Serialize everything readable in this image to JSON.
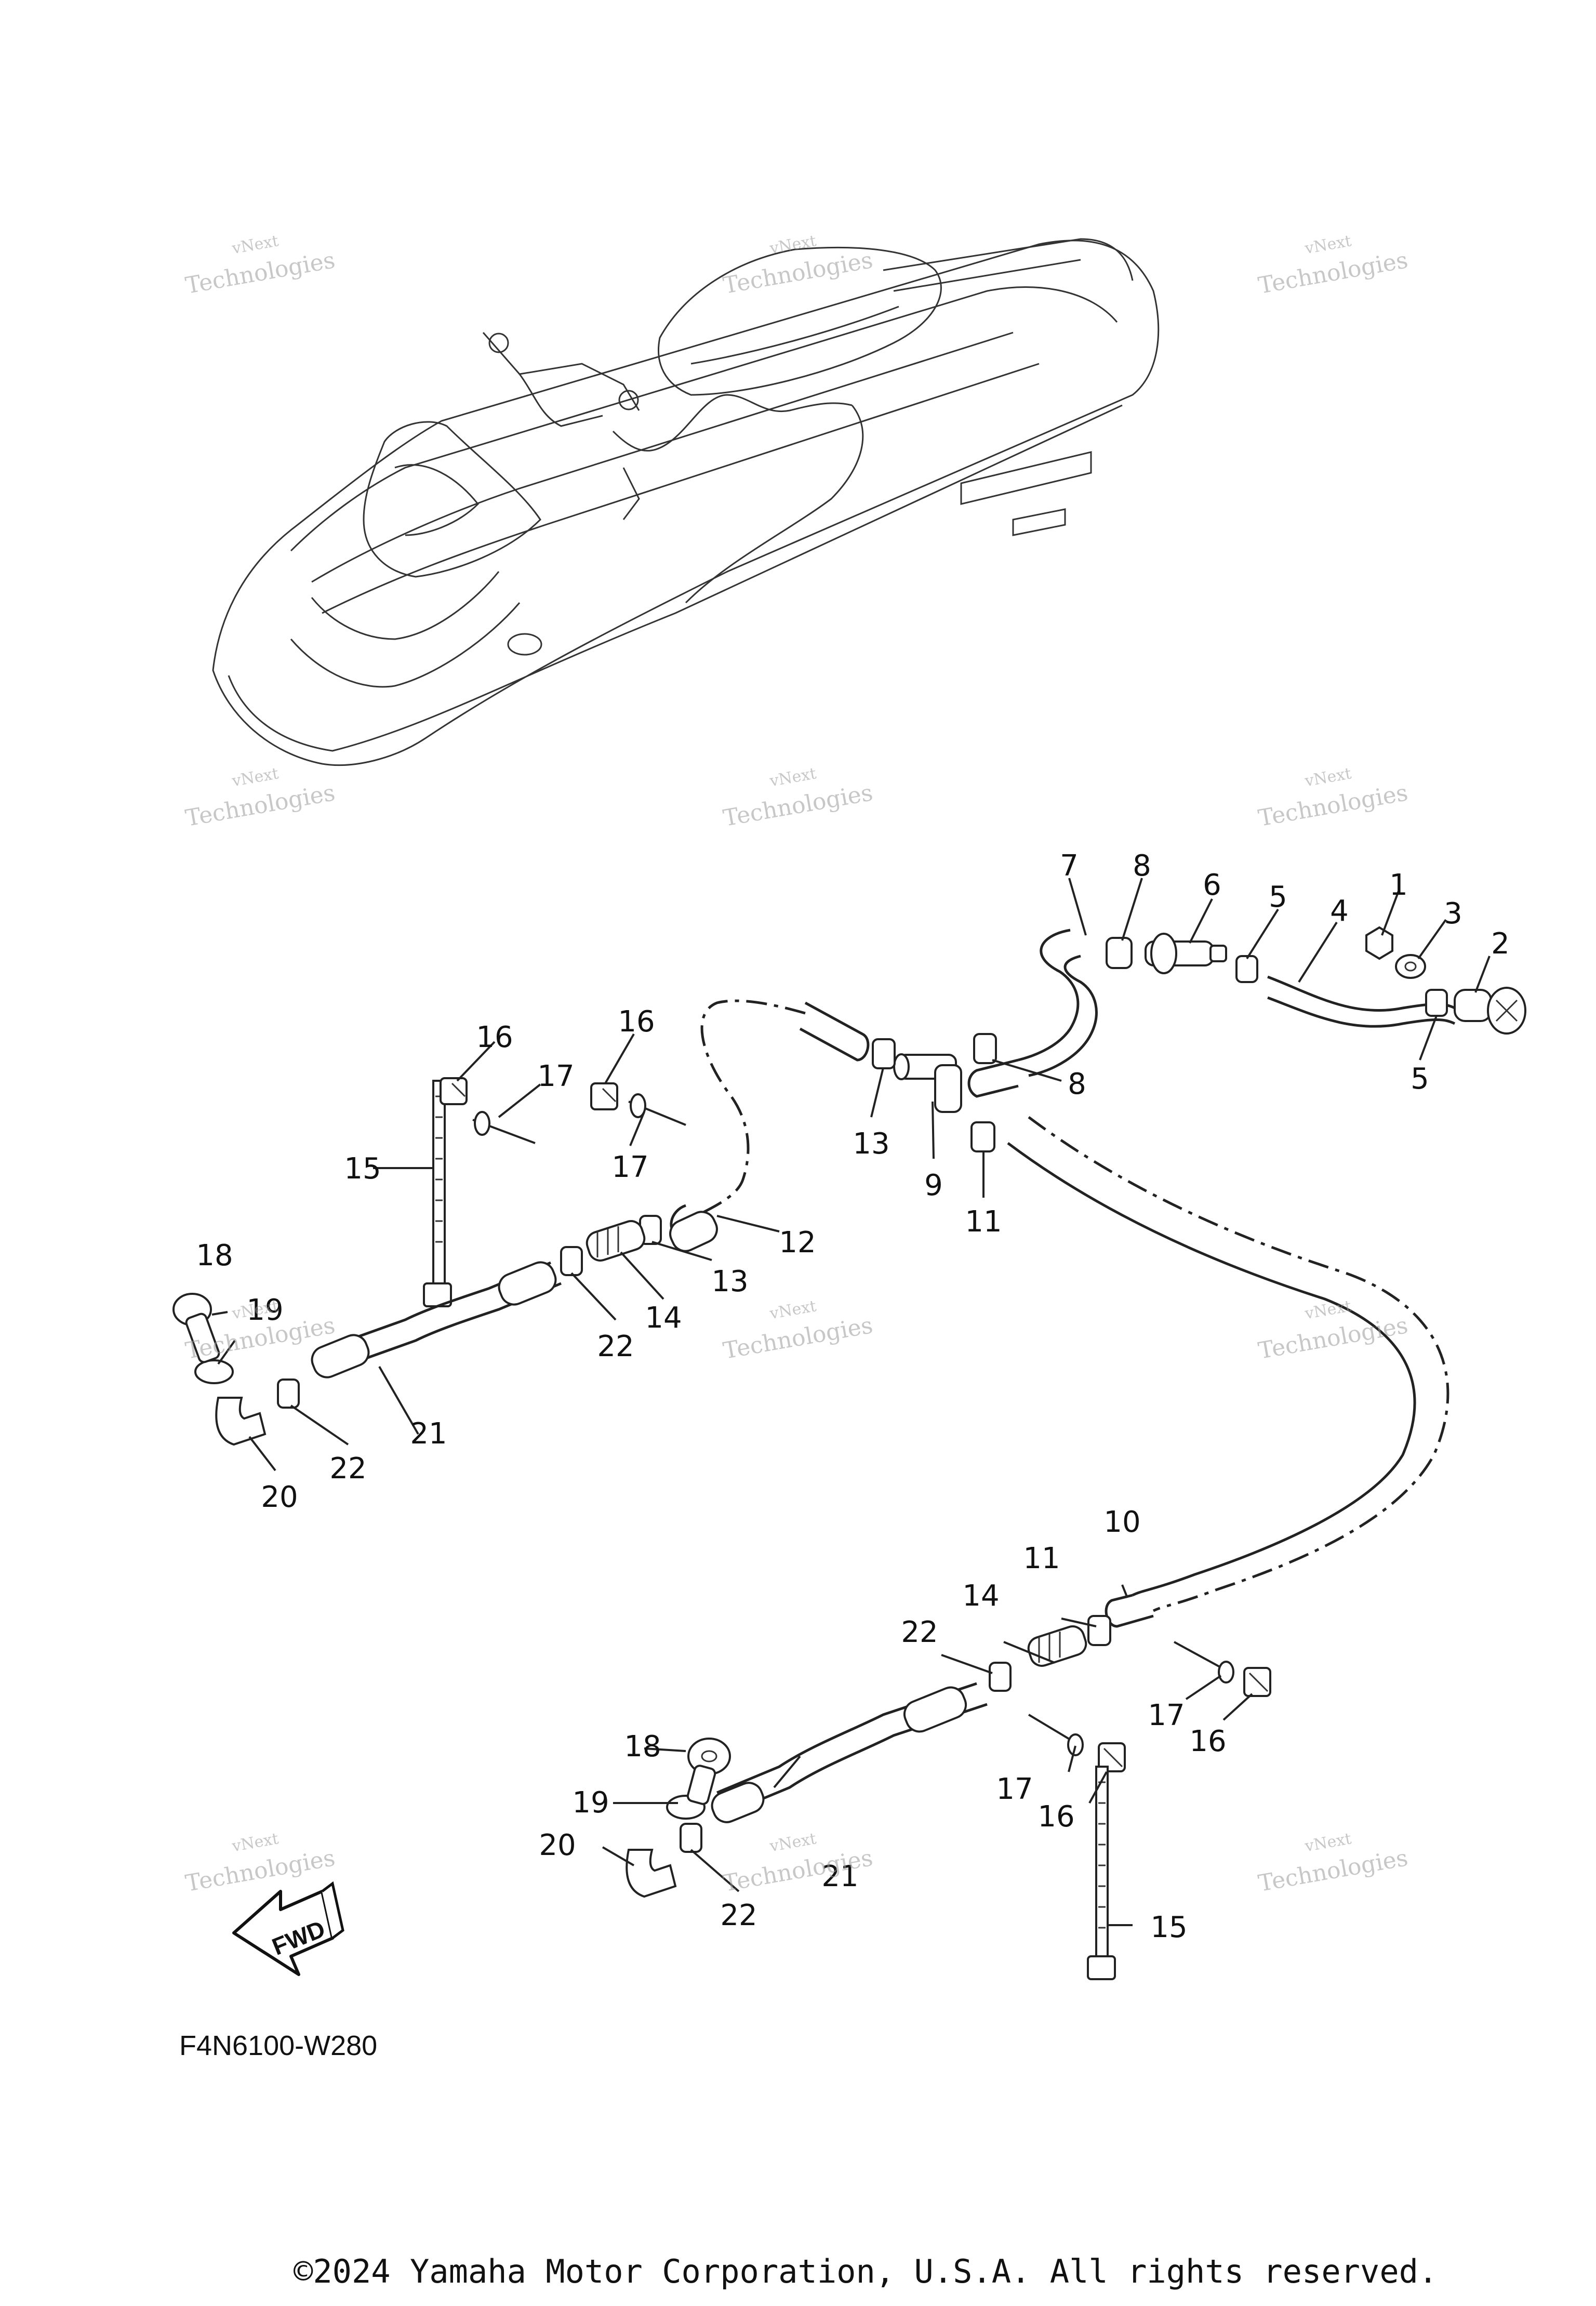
{
  "diagram": {
    "code": "F4N6100-W280",
    "fwd_label": "FWD",
    "watermark_line1": "vNext",
    "watermark_line2": "Technologies"
  },
  "callouts": [
    "1",
    "2",
    "3",
    "4",
    "5",
    "5",
    "6",
    "7",
    "8",
    "8",
    "9",
    "10",
    "11",
    "11",
    "12",
    "13",
    "13",
    "14",
    "14",
    "15",
    "15",
    "16",
    "16",
    "16",
    "16",
    "17",
    "17",
    "17",
    "17",
    "18",
    "18",
    "19",
    "19",
    "20",
    "20",
    "21",
    "21",
    "22",
    "22",
    "22",
    "22"
  ],
  "footer": {
    "copyright": "©2024 Yamaha Motor Corporation, U.S.A. All rights reserved."
  }
}
